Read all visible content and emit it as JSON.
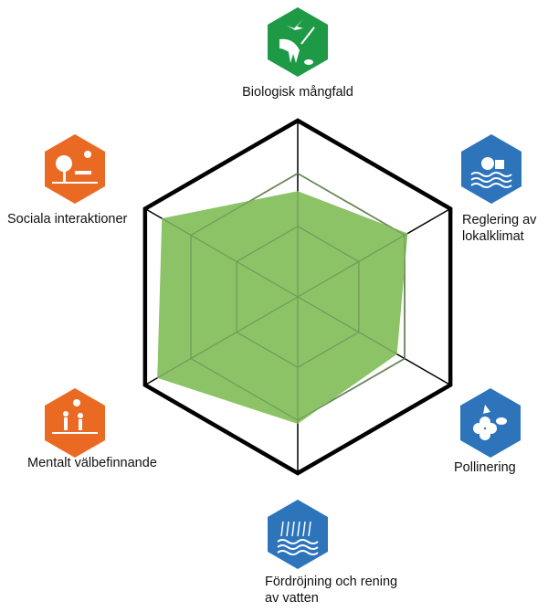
{
  "chart_data": {
    "type": "radar",
    "title": "",
    "axes": [
      {
        "label": "Biologisk mångfald",
        "icon": "biodiversity-icon",
        "color": "#1e9a46",
        "value": 0.6
      },
      {
        "label": "Reglering av lokalklimat",
        "label_lines": [
          "Reglering av",
          "lokalklimat"
        ],
        "icon": "local-climate-icon",
        "color": "#2d74bb",
        "value": 0.72
      },
      {
        "label": "Pollinering",
        "icon": "pollination-icon",
        "color": "#2d74bb",
        "value": 0.65
      },
      {
        "label": "Fördröjning och rening av vatten",
        "label_lines": [
          "Fördröjning och rening",
          "av vatten"
        ],
        "icon": "water-retention-icon",
        "color": "#2d74bb",
        "value": 0.72
      },
      {
        "label": "Mentalt välbefinnande",
        "icon": "mental-wellbeing-icon",
        "color": "#eb6a23",
        "value": 0.92
      },
      {
        "label": "Sociala interaktioner",
        "icon": "social-interaction-icon",
        "color": "#eb6a23",
        "value": 0.89
      }
    ],
    "grid_levels": [
      0.4,
      0.7,
      1.0
    ],
    "range": [
      0,
      1
    ],
    "fill_color": "#8cc366"
  }
}
